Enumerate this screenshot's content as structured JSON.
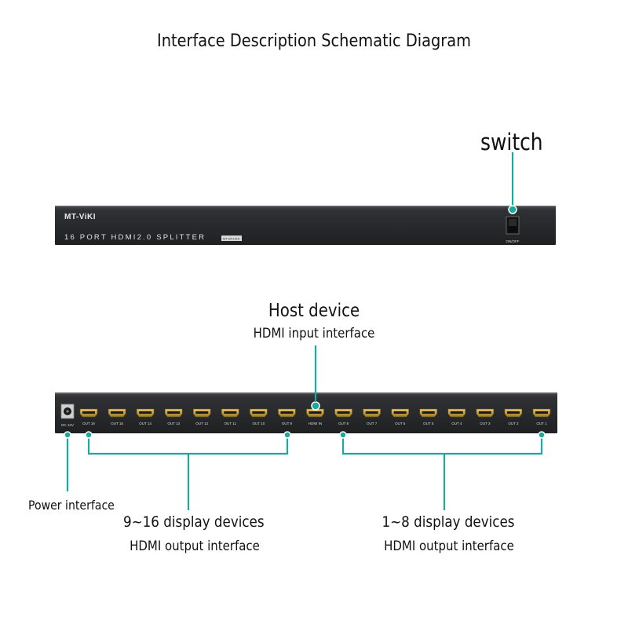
{
  "title": "Interface Description Schematic Diagram",
  "front_panel": {
    "brand": "MT-ViKI",
    "product": "16 PORT HDMI2.0 SPLITTER",
    "model_tag": "MT-SP1416",
    "switch_caption": "ON/OFF"
  },
  "callouts": {
    "switch": "switch",
    "host_device": "Host device",
    "hdmi_input": "HDMI input interface",
    "power": "Power interface",
    "group_a_title": "9~16 display devices",
    "group_a_sub": "HDMI output interface",
    "group_b_title": "1~8 display devices",
    "group_b_sub": "HDMI output interface"
  },
  "rear_panel": {
    "power_port_label": "DC 12V",
    "ports": [
      "OUT 16",
      "OUT 15",
      "OUT 14",
      "OUT 13",
      "OUT 12",
      "OUT 11",
      "OUT 10",
      "OUT 9",
      "HDMI IN",
      "OUT 8",
      "OUT 7",
      "OUT 6",
      "OUT 5",
      "OUT 4",
      "OUT 3",
      "OUT 2",
      "OUT 1"
    ]
  },
  "colors": {
    "accent": "#1aa99b",
    "panel": "#2b2d30",
    "port_gold": "#c9a240"
  }
}
